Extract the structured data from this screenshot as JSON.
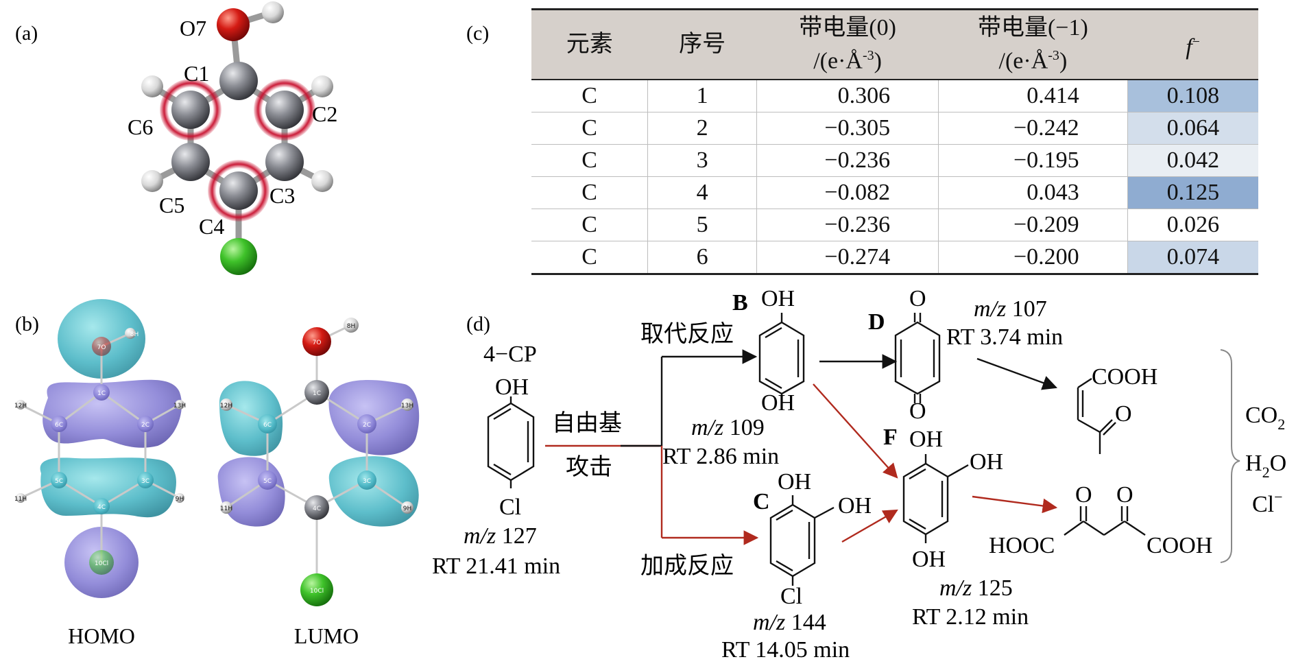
{
  "panel_labels": {
    "a": "(a)",
    "b": "(b)",
    "c": "(c)",
    "d": "(d)"
  },
  "molecule_a": {
    "atom_labels": {
      "o7": "O7",
      "c1": "C1",
      "c2": "C2",
      "c3": "C3",
      "c4": "C4",
      "c5": "C5",
      "c6": "C6"
    },
    "colors": {
      "carbon": "#7d7f86",
      "oxygen": "#d01616",
      "hydrogen": "#f0f0f0",
      "chlorine": "#39c32a",
      "highlight": "#c8102e"
    }
  },
  "orbitals_b": {
    "homo_label": "HOMO",
    "lumo_label": "LUMO",
    "atom_tags": {
      "o": "7O",
      "h8": "8H",
      "c1": "1C",
      "c2": "2C",
      "c3": "3C",
      "c4": "4C",
      "c5": "5C",
      "c6": "6C",
      "h9": "9H",
      "h11": "11H",
      "h12": "12H",
      "h13": "13H",
      "cl": "10Cl"
    },
    "colors": {
      "lobe_cyan": "#57c5cf",
      "lobe_purple": "#8a83d6"
    }
  },
  "table_c": {
    "headers": {
      "element": "元素",
      "index": "序号",
      "charge0_line1": "带电量(0)",
      "charge0_line2": "/(e·Å",
      "charge0_sup": "-3",
      "charge0_close": ")",
      "chargem1_line1": "带电量(−1)",
      "chargem1_line2": "/(e·Å",
      "chargem1_sup": "-3",
      "chargem1_close": ")",
      "fukui": "f",
      "fukui_sup": "−"
    },
    "rows": [
      {
        "element": "C",
        "index": "1",
        "charge0": "0.306",
        "chargem1": "0.414",
        "fukui": "0.108",
        "shade": "#a8c0dc"
      },
      {
        "element": "C",
        "index": "2",
        "charge0": "−0.305",
        "chargem1": "−0.242",
        "fukui": "0.064",
        "shade": "#d3deeb"
      },
      {
        "element": "C",
        "index": "3",
        "charge0": "−0.236",
        "chargem1": "−0.195",
        "fukui": "0.042",
        "shade": "#e9eef3"
      },
      {
        "element": "C",
        "index": "4",
        "charge0": "−0.082",
        "chargem1": "0.043",
        "fukui": "0.125",
        "shade": "#8facd1"
      },
      {
        "element": "C",
        "index": "5",
        "charge0": "−0.236",
        "chargem1": "−0.209",
        "fukui": "0.026",
        "shade": "#ffffff"
      },
      {
        "element": "C",
        "index": "6",
        "charge0": "−0.274",
        "chargem1": "−0.200",
        "fukui": "0.074",
        "shade": "#c9d7e8"
      }
    ]
  },
  "pathway_d": {
    "start": {
      "name": "4−CP",
      "oh": "OH",
      "cl": "Cl",
      "mz_label": "m/z",
      "mz": "127",
      "rt": "RT 21.41 min"
    },
    "attack_line1": "自由基",
    "attack_line2": "攻击",
    "mid_mz_label": "m/z",
    "mid_mz": "109",
    "mid_rt": "RT 2.86 min",
    "substitution": "取代反应",
    "addition": "加成反应",
    "B": {
      "letter": "B",
      "oh_top": "OH",
      "oh_bottom": "OH"
    },
    "C": {
      "letter": "C",
      "oh_top": "OH",
      "oh_right": "OH",
      "cl": "Cl",
      "mz_label": "m/z",
      "mz": "144",
      "rt": "RT 14.05 min"
    },
    "D": {
      "letter": "D",
      "o_top": "O",
      "o_bottom": "O",
      "mz_label": "m/z",
      "mz": "107",
      "rt": "RT 3.74 min"
    },
    "F": {
      "letter": "F",
      "oh_top": "OH",
      "oh_right": "OH",
      "oh_bottom": "OH",
      "mz_label": "m/z",
      "mz": "125",
      "rt": "RT 2.12 min"
    },
    "acid1": {
      "cooh": "COOH",
      "o": "O"
    },
    "acid2": {
      "hooc": "HOOC",
      "o1": "O",
      "o2": "O",
      "cooh": "COOH"
    },
    "products": {
      "co2": "CO",
      "co2_sub": "2",
      "h2o_h": "H",
      "h2o_sub": "2",
      "h2o_o": "O",
      "cl": "Cl",
      "cl_sup": "−"
    },
    "colors": {
      "red_arrow": "#b02a1e",
      "black_arrow": "#111111"
    }
  }
}
